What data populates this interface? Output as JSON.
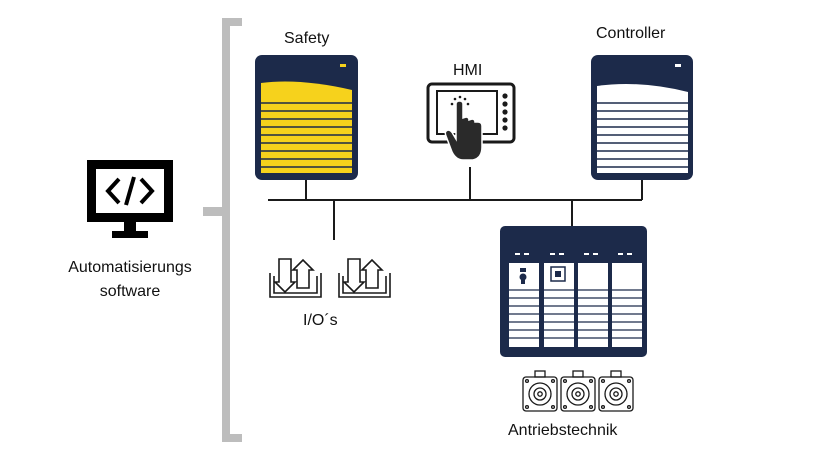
{
  "labels": {
    "safety": "Safety",
    "hmi": "HMI",
    "controller": "Controller",
    "software_line1": "Automatisierungs",
    "software_line2": "software",
    "io": "I/O´s",
    "drives": "Antriebstechnik"
  },
  "icons": {
    "software": "code-monitor-icon",
    "safety": "safety-controller-icon",
    "hmi": "touch-panel-icon",
    "controller": "plc-controller-icon",
    "io": "io-module-icon",
    "drives": "servo-drive-icon",
    "motors": "servo-motor-icon"
  },
  "colors": {
    "navy": "#1c2a4a",
    "yellow": "#f6d21c",
    "gray_bracket": "#bdbdbd",
    "line": "#1a1a1a"
  }
}
